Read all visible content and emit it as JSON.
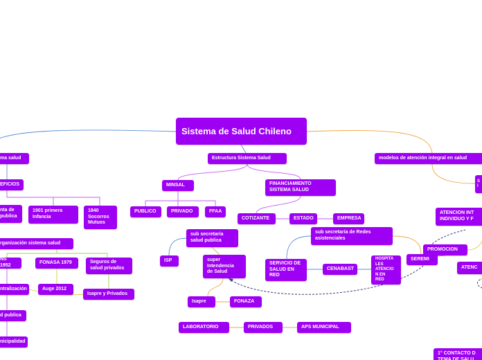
{
  "root": {
    "title": "Sistema de Salud Chileno"
  },
  "nodes": {
    "left_sistema": "ma salud",
    "left_beneficios": "EFICIOS",
    "left_cuenta": "nta de\npublica",
    "primera_infancia": "1901 primera\nInfancia",
    "socorros_mutuos": "1840\nSocorros\nMutuos",
    "organizacion": "rganización sistema salud",
    "sns_1952": "NS 1952",
    "fonasa_1979": "FONASA 1979",
    "seguros_privados": "Seguros de\nsalud privados",
    "descentralizacion": "ntralización",
    "auge_2012": "Auge 2012",
    "isapre_privados": "Isapre y Privados",
    "salud_publica": "d publica",
    "municipalidad": "nicipalidad",
    "estructura": "Estructura Sistema Salud",
    "minsal": "MINSAL",
    "financiamiento": "FINANCIAMIENTO\nSISTEMA SALUD",
    "publico": "PUBLICO",
    "privado": "PRIVADO",
    "ffaa": "FFAA",
    "cotizante": "COTIZANTE",
    "estado": "ESTADO",
    "empresa": "EMPRESA",
    "subsec_salud_publica": "sub  secretaría\nsalud publica",
    "isp": "ISP",
    "superintendencia": "super\nIntendencia\nde Salud",
    "isapre": "Isapre",
    "fonaza": "FONAZA",
    "subsec_redes": "sub secretaría de Redes\nasistenciales",
    "servicio_red": "SERVICIO DE\nSALUD EN\nRED",
    "cenabast": "CENABAST",
    "hospitales": "HOSPITA\nLES\nATENCIO\nN EN\nRED",
    "seremi": "SEREMI",
    "promocion": "PROMOCION",
    "laboratorio": "LABORATORIO",
    "privados": "PRIVADOS",
    "aps_municipal": "APS MUNICIPAL",
    "modelos": "modelos de atención integral en salud",
    "modelos_child": "S\nI",
    "atencion_integral": "ATENCION INT\nINDIVIDUO Y F",
    "atencion": "ATENC",
    "primer_contacto": "1° CONTACTO D\nTEMA DE SALU"
  },
  "colors": {
    "node": "#9d00f2",
    "link_blue": "#5b8fd6",
    "link_orange": "#f0a644",
    "link_purple": "#c25cf0",
    "link_green": "#9bd64a",
    "link_yellow": "#d4d02a",
    "link_dashed": "#3a3a7a"
  }
}
